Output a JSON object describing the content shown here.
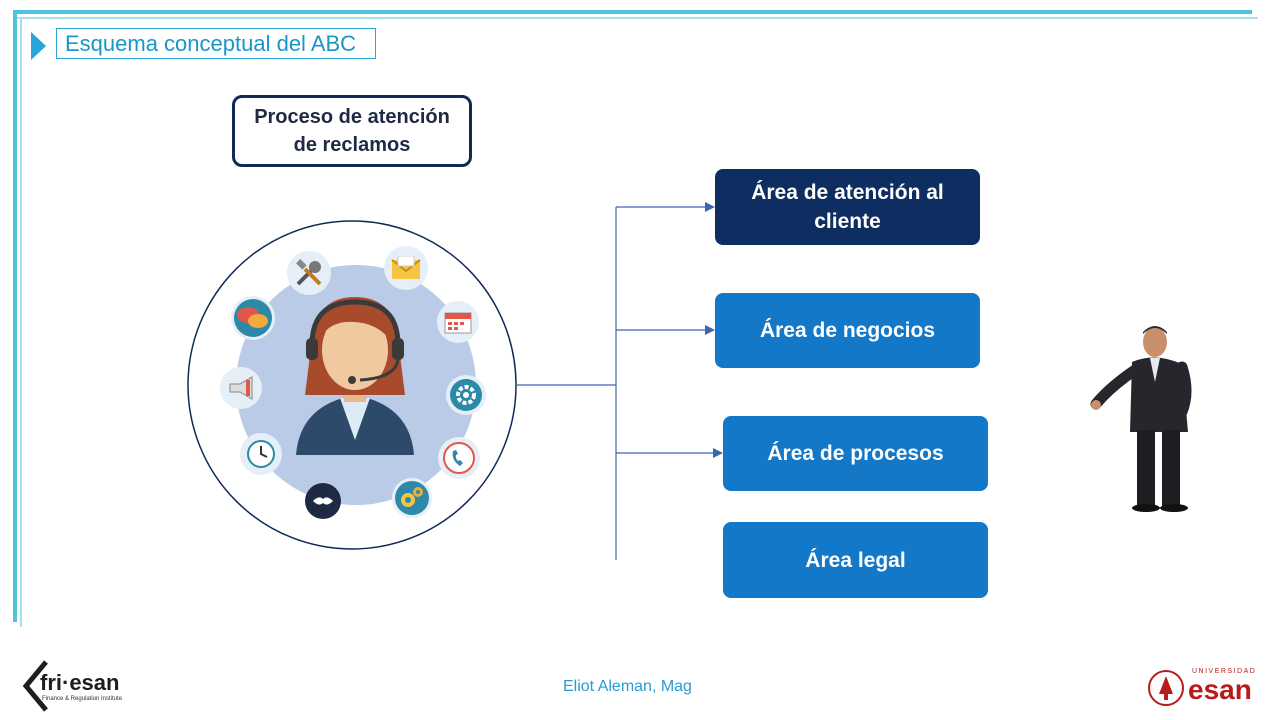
{
  "slide": {
    "title": "Esquema conceptual del ABC",
    "process_label_line1": "Proceso de atención",
    "process_label_line2": "de reclamos",
    "areas": [
      {
        "line1": "Área de atención al",
        "line2": "cliente"
      },
      {
        "line1": "Área de negocios",
        "line2": ""
      },
      {
        "line1": "Área de procesos",
        "line2": ""
      },
      {
        "line1": "Área legal",
        "line2": ""
      }
    ],
    "author": "Eliot Aleman, Mag"
  },
  "logos": {
    "friesan_text": "fri·esan",
    "friesan_sub": "Finance & Regulation Institute",
    "esan_univ": "UNIVERSIDAD",
    "esan_text": "esan"
  },
  "icons": [
    "tools-icon",
    "email-icon",
    "chat-bubbles-icon",
    "calendar-icon",
    "megaphone-icon",
    "gear-settings-icon",
    "clock-icon",
    "phone-icon",
    "handshake-icon",
    "gears-icon",
    "agent-avatar-icon"
  ],
  "colors": {
    "accent": "#29a6d6",
    "dark_box": "#0e2e62",
    "blue_box": "#1478c8",
    "circle_fill": "#b9cbe6"
  }
}
